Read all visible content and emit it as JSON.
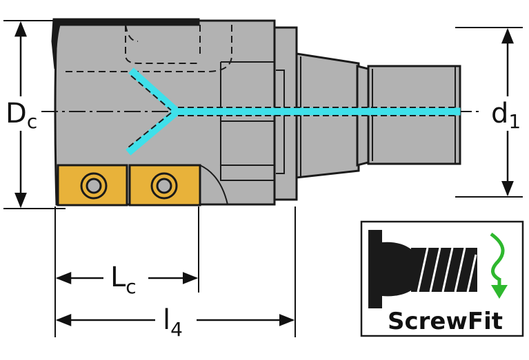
{
  "dimensions": {
    "cutting_diameter": {
      "main": "D",
      "sub": "c"
    },
    "shank_diameter": {
      "main": "d",
      "sub": "1"
    },
    "cutting_length": {
      "main": "L",
      "sub": "c"
    },
    "overall_length": {
      "main": "l",
      "sub": "4"
    }
  },
  "badge": {
    "label": "ScrewFit"
  },
  "colors": {
    "body": "#b2b2b2",
    "body_dark": "#9a9a9a",
    "outline": "#1a1a1a",
    "coolant": "#3fe0ea",
    "insert": "#e8b23a",
    "badge_arrow": "#2eb82e"
  },
  "icons": [
    "coolant-channel",
    "cutting-insert",
    "screw-thread-icon",
    "rotation-arrow-icon"
  ]
}
